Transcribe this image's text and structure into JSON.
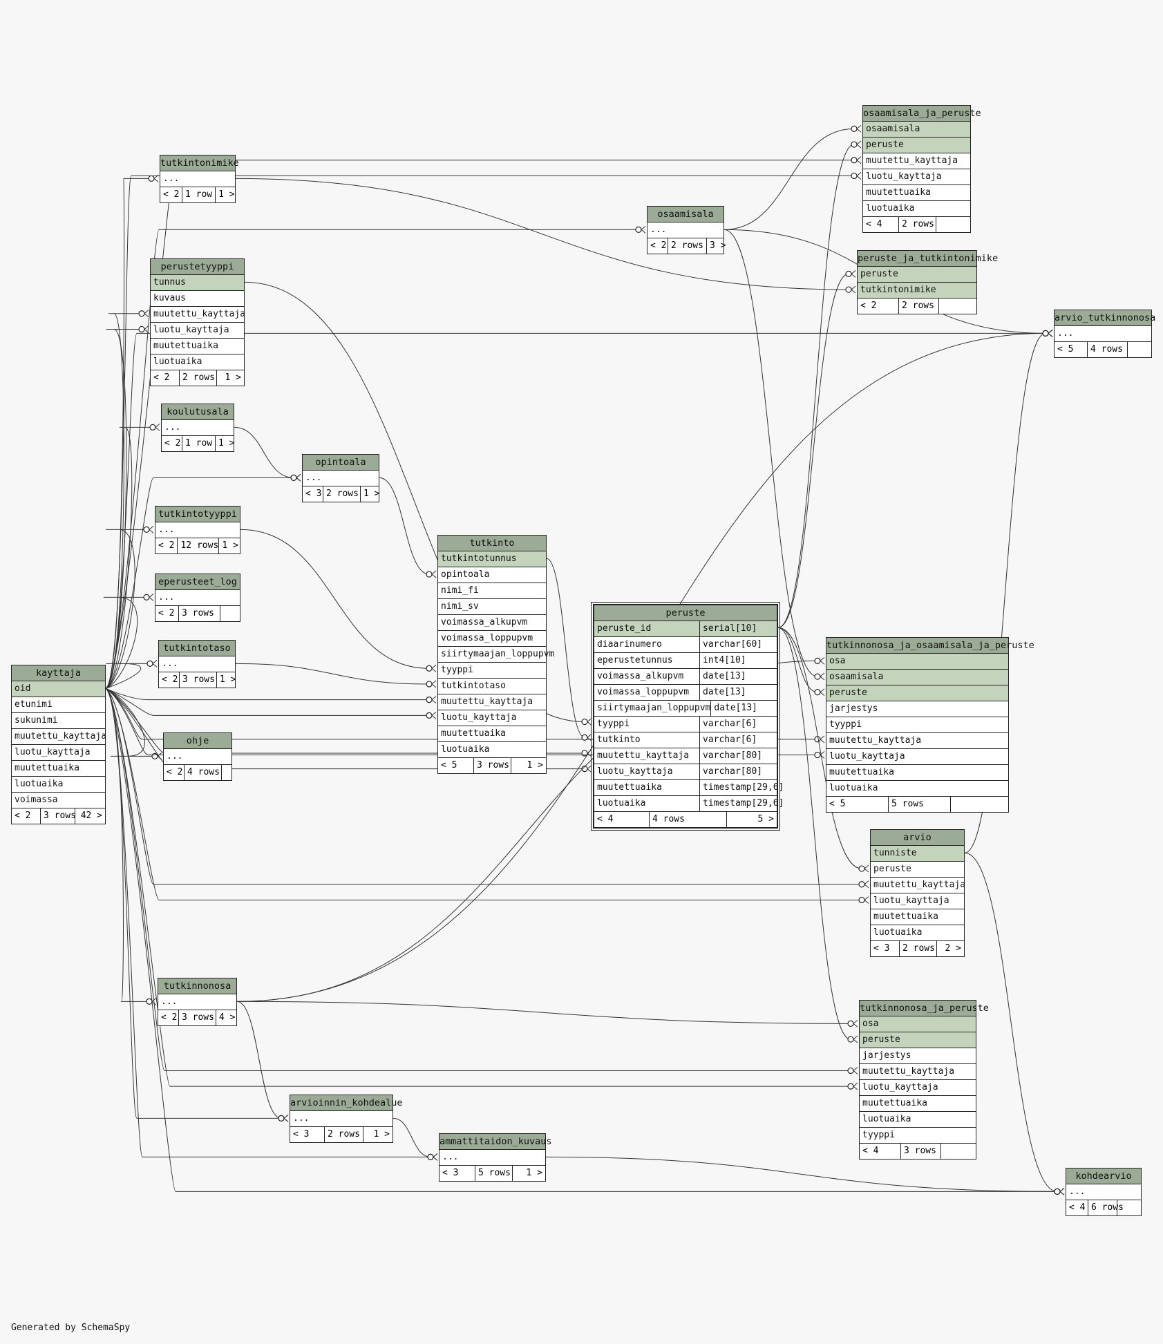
{
  "footer": "Generated by SchemaSpy",
  "colors": {
    "header": "#9bab96",
    "key": "#c4d4bc",
    "background": "#f7f7f7"
  },
  "tables": [
    {
      "id": "kayttaja",
      "name": "kayttaja",
      "rows": [
        {
          "n": "oid",
          "k": true
        },
        {
          "n": "etunimi"
        },
        {
          "n": "sukunimi"
        },
        {
          "n": "muutettu_kayttaja"
        },
        {
          "n": "luotu_kayttaja"
        },
        {
          "n": "muutettuaika"
        },
        {
          "n": "luotuaika"
        },
        {
          "n": "voimassa"
        }
      ],
      "foot": [
        "< 2",
        "3 rows",
        "42 >"
      ]
    },
    {
      "id": "tutkintonimike",
      "name": "tutkintonimike",
      "rows": [
        {
          "n": "..."
        }
      ],
      "foot": [
        "< 2",
        "1 row",
        "1 >"
      ]
    },
    {
      "id": "perustetyyppi",
      "name": "perustetyyppi",
      "rows": [
        {
          "n": "tunnus",
          "k": true
        },
        {
          "n": "kuvaus"
        },
        {
          "n": "muutettu_kayttaja"
        },
        {
          "n": "luotu_kayttaja"
        },
        {
          "n": "muutettuaika"
        },
        {
          "n": "luotuaika"
        }
      ],
      "foot": [
        "< 2",
        "2 rows",
        "1 >"
      ]
    },
    {
      "id": "koulutusala",
      "name": "koulutusala",
      "rows": [
        {
          "n": "..."
        }
      ],
      "foot": [
        "< 2",
        "1 row",
        "1 >"
      ]
    },
    {
      "id": "opintoala",
      "name": "opintoala",
      "rows": [
        {
          "n": "..."
        }
      ],
      "foot": [
        "< 3",
        "2 rows",
        "1 >"
      ]
    },
    {
      "id": "tutkintotyyppi",
      "name": "tutkintotyyppi",
      "rows": [
        {
          "n": "..."
        }
      ],
      "foot": [
        "< 2",
        "12 rows",
        "1 >"
      ]
    },
    {
      "id": "eperusteet_log",
      "name": "eperusteet_log",
      "rows": [
        {
          "n": "..."
        }
      ],
      "foot": [
        "< 2",
        "3 rows",
        ""
      ]
    },
    {
      "id": "tutkintotaso",
      "name": "tutkintotaso",
      "rows": [
        {
          "n": "..."
        }
      ],
      "foot": [
        "< 2",
        "3 rows",
        "1 >"
      ]
    },
    {
      "id": "ohje",
      "name": "ohje",
      "rows": [
        {
          "n": "..."
        }
      ],
      "foot": [
        "< 2",
        "4 rows",
        ""
      ]
    },
    {
      "id": "tutkinnonosa",
      "name": "tutkinnonosa",
      "rows": [
        {
          "n": "..."
        }
      ],
      "foot": [
        "< 2",
        "3 rows",
        "4 >"
      ]
    },
    {
      "id": "arvioinnin_kohdealue",
      "name": "arvioinnin_kohdealue",
      "rows": [
        {
          "n": "..."
        }
      ],
      "foot": [
        "< 3",
        "2 rows",
        "1 >"
      ]
    },
    {
      "id": "ammattitaidon_kuvaus",
      "name": "ammattitaidon_kuvaus",
      "rows": [
        {
          "n": "..."
        }
      ],
      "foot": [
        "< 3",
        "5 rows",
        "1 >"
      ]
    },
    {
      "id": "tutkinto",
      "name": "tutkinto",
      "rows": [
        {
          "n": "tutkintotunnus",
          "k": true
        },
        {
          "n": "opintoala"
        },
        {
          "n": "nimi_fi"
        },
        {
          "n": "nimi_sv"
        },
        {
          "n": "voimassa_alkupvm"
        },
        {
          "n": "voimassa_loppupvm"
        },
        {
          "n": "siirtymaajan_loppupvm"
        },
        {
          "n": "tyyppi"
        },
        {
          "n": "tutkintotaso"
        },
        {
          "n": "muutettu_kayttaja"
        },
        {
          "n": "luotu_kayttaja"
        },
        {
          "n": "muutettuaika"
        },
        {
          "n": "luotuaika"
        }
      ],
      "foot": [
        "< 5",
        "3 rows",
        "1 >"
      ]
    },
    {
      "id": "osaamisala",
      "name": "osaamisala",
      "rows": [
        {
          "n": "..."
        }
      ],
      "foot": [
        "< 2",
        "2 rows",
        "3 >"
      ]
    },
    {
      "id": "peruste",
      "name": "peruste",
      "rows": [
        {
          "n": "peruste_id",
          "t": "serial[10]",
          "k": true
        },
        {
          "n": "diaarinumero",
          "t": "varchar[60]"
        },
        {
          "n": "eperustetunnus",
          "t": "int4[10]"
        },
        {
          "n": "voimassa_alkupvm",
          "t": "date[13]"
        },
        {
          "n": "voimassa_loppupvm",
          "t": "date[13]"
        },
        {
          "n": "siirtymaajan_loppupvm",
          "t": "date[13]"
        },
        {
          "n": "tyyppi",
          "t": "varchar[6]"
        },
        {
          "n": "tutkinto",
          "t": "varchar[6]"
        },
        {
          "n": "muutettu_kayttaja",
          "t": "varchar[80]"
        },
        {
          "n": "luotu_kayttaja",
          "t": "varchar[80]"
        },
        {
          "n": "muutettuaika",
          "t": "timestamp[29,6]"
        },
        {
          "n": "luotuaika",
          "t": "timestamp[29,6]"
        }
      ],
      "foot": [
        "< 4",
        "4 rows",
        "5 >"
      ]
    },
    {
      "id": "osaamisala_ja_peruste",
      "name": "osaamisala_ja_peruste",
      "rows": [
        {
          "n": "osaamisala",
          "k": true
        },
        {
          "n": "peruste",
          "k": true
        },
        {
          "n": "muutettu_kayttaja"
        },
        {
          "n": "luotu_kayttaja"
        },
        {
          "n": "muutettuaika"
        },
        {
          "n": "luotuaika"
        }
      ],
      "foot": [
        "< 4",
        "2 rows",
        ""
      ]
    },
    {
      "id": "peruste_ja_tutkintonimike",
      "name": "peruste_ja_tutkintonimike",
      "rows": [
        {
          "n": "peruste",
          "k": true
        },
        {
          "n": "tutkintonimike",
          "k": true
        }
      ],
      "foot": [
        "< 2",
        "2 rows",
        ""
      ]
    },
    {
      "id": "arvio_tutkinnonosa",
      "name": "arvio_tutkinnonosa",
      "rows": [
        {
          "n": "..."
        }
      ],
      "foot": [
        "< 5",
        "4 rows",
        ""
      ]
    },
    {
      "id": "tutkinnonosa_ja_osaamisala_ja_peruste",
      "name": "tutkinnonosa_ja_osaamisala_ja_peruste",
      "rows": [
        {
          "n": "osa",
          "k": true
        },
        {
          "n": "osaamisala",
          "k": true
        },
        {
          "n": "peruste",
          "k": true
        },
        {
          "n": "jarjestys"
        },
        {
          "n": "tyyppi"
        },
        {
          "n": "muutettu_kayttaja"
        },
        {
          "n": "luotu_kayttaja"
        },
        {
          "n": "muutettuaika"
        },
        {
          "n": "luotuaika"
        }
      ],
      "foot": [
        "< 5",
        "5 rows",
        ""
      ]
    },
    {
      "id": "arvio",
      "name": "arvio",
      "rows": [
        {
          "n": "tunniste",
          "k": true
        },
        {
          "n": "peruste"
        },
        {
          "n": "muutettu_kayttaja"
        },
        {
          "n": "luotu_kayttaja"
        },
        {
          "n": "muutettuaika"
        },
        {
          "n": "luotuaika"
        }
      ],
      "foot": [
        "< 3",
        "2 rows",
        "2 >"
      ]
    },
    {
      "id": "tutkinnonosa_ja_peruste",
      "name": "tutkinnonosa_ja_peruste",
      "rows": [
        {
          "n": "osa",
          "k": true
        },
        {
          "n": "peruste",
          "k": true
        },
        {
          "n": "jarjestys"
        },
        {
          "n": "muutettu_kayttaja"
        },
        {
          "n": "luotu_kayttaja"
        },
        {
          "n": "muutettuaika"
        },
        {
          "n": "luotuaika"
        },
        {
          "n": "tyyppi"
        }
      ],
      "foot": [
        "< 4",
        "3 rows",
        ""
      ]
    },
    {
      "id": "kohdearvio",
      "name": "kohdearvio",
      "rows": [
        {
          "n": "..."
        }
      ],
      "foot": [
        "< 4",
        "6 rows",
        ""
      ]
    }
  ]
}
